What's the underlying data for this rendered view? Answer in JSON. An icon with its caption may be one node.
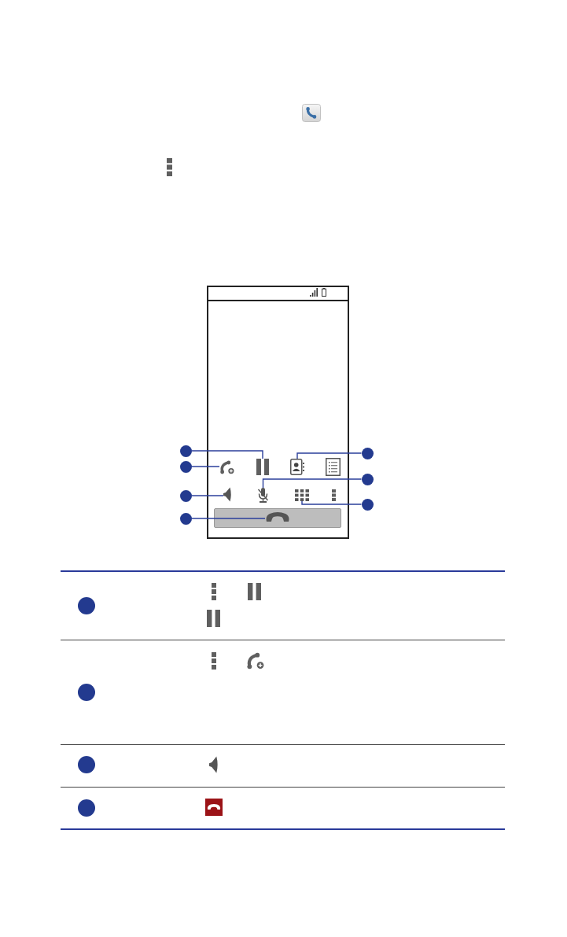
{
  "diagram": {
    "nodes": [
      {
        "text": [],
        "shape": "box"
      },
      {
        "text": [],
        "shape": "picture",
        "in": 0
      },
      {
        "text": [],
        "shape": "picture",
        "in": 0
      },
      {
        "text": [],
        "shape": "picture",
        "in": 0
      },
      {
        "text": [],
        "shape": "picture",
        "in": 0
      },
      {
        "text": [],
        "shape": "picture",
        "in": 0
      },
      {
        "text": [],
        "shape": "picture",
        "in": 0
      },
      {
        "text": [],
        "shape": "picture",
        "in": 0
      },
      {
        "text": [],
        "shape": "circle"
      },
      {
        "text": [],
        "shape": "circle"
      },
      {
        "text": [],
        "shape": "circle"
      },
      {
        "text": [],
        "shape": "circle"
      },
      {
        "text": [],
        "shape": "circle"
      },
      {
        "text": [],
        "shape": "circle"
      },
      {
        "text": [],
        "shape": "circle"
      },
      {
        "text": [],
        "shape": "circle"
      },
      {
        "text": [],
        "shape": "circle"
      },
      {
        "text": [],
        "shape": "circle"
      },
      {
        "text": [],
        "shape": "circle"
      }
    ],
    "edges": [
      {
        "from": 8,
        "to": 2,
        "arrow": "none"
      },
      {
        "from": 9,
        "to": 3,
        "arrow": "none"
      },
      {
        "from": 10,
        "to": 1,
        "arrow": "none"
      },
      {
        "from": 11,
        "to": 5,
        "arrow": "none"
      },
      {
        "from": 12,
        "to": 4,
        "arrow": "none"
      },
      {
        "from": 13,
        "to": 6,
        "arrow": "none"
      },
      {
        "from": 14,
        "to": 7,
        "arrow": "none"
      }
    ]
  }
}
